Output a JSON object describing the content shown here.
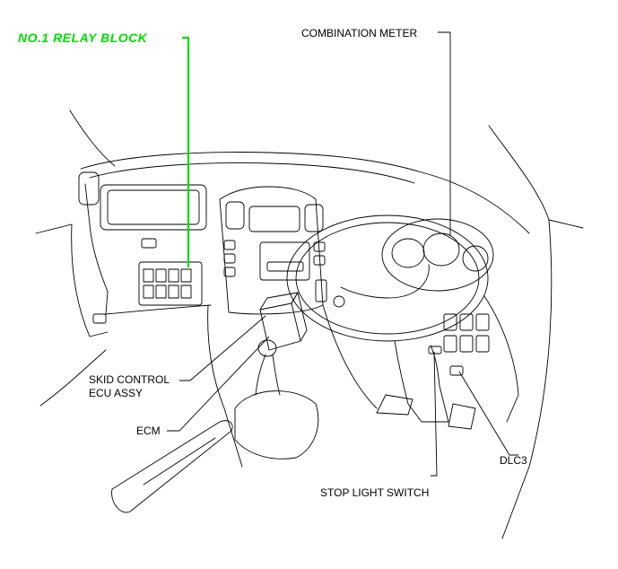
{
  "labels": {
    "relay_block": "NO.1 RELAY BLOCK",
    "combination_meter": "COMBINATION METER",
    "skid_control_line1": "SKID CONTROL",
    "skid_control_line2": "ECU ASSY",
    "ecm": "ECM",
    "dlc3": "DLC3",
    "stop_light_switch": "STOP LIGHT SWITCH"
  },
  "colors": {
    "highlight": "#00dd00",
    "linework": "#000000",
    "background": "#ffffff"
  }
}
